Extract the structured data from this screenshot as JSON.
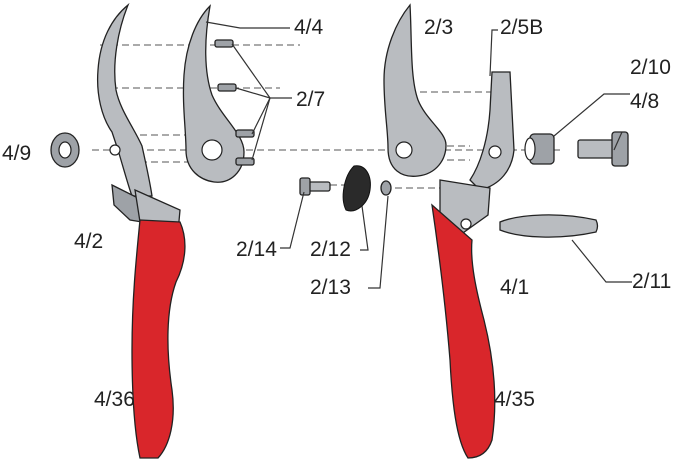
{
  "colors": {
    "grip": "#d9262b",
    "metal": "#b9bcc0",
    "line": "#333333"
  },
  "labels": {
    "p4_4": "4/4",
    "p2_7": "2/7",
    "p2_3": "2/3",
    "p2_5b": "2/5B",
    "p2_10": "2/10",
    "p4_8": "4/8",
    "p4_9": "4/9",
    "p4_2": "4/2",
    "p2_14": "2/14",
    "p2_12": "2/12",
    "p2_13": "2/13",
    "p4_1": "4/1",
    "p2_11": "2/11",
    "p4_36": "4/36",
    "p4_35": "4/35"
  }
}
